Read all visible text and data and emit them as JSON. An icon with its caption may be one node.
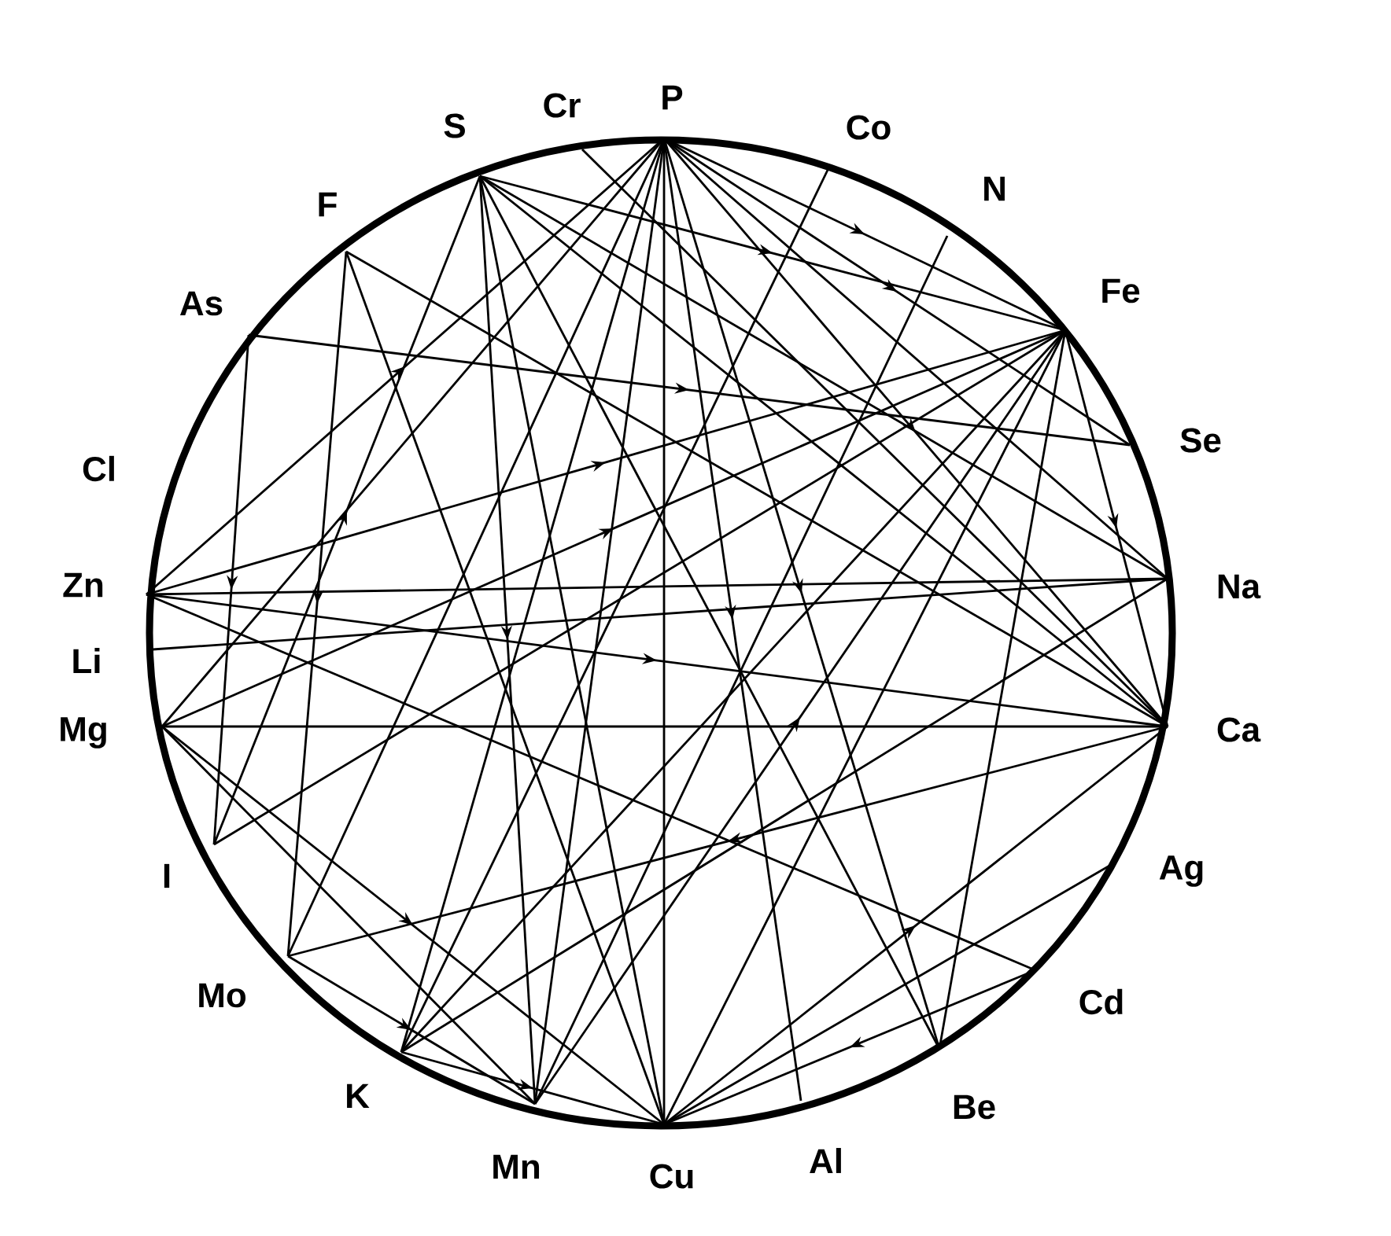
{
  "diagram": {
    "nodes": [
      {
        "text": [
          "P"
        ]
      },
      {
        "text": [
          "Co"
        ]
      },
      {
        "text": [
          "N"
        ]
      },
      {
        "text": [
          "Fe"
        ]
      },
      {
        "text": [
          "Se"
        ]
      },
      {
        "text": [
          "Na"
        ]
      },
      {
        "text": [
          "Ca"
        ]
      },
      {
        "text": [
          "Ag"
        ]
      },
      {
        "text": [
          "Cd"
        ]
      },
      {
        "text": [
          "Be"
        ]
      },
      {
        "text": [
          "Al"
        ]
      },
      {
        "text": [
          "Cu"
        ]
      },
      {
        "text": [
          "Mn"
        ]
      },
      {
        "text": [
          "K"
        ]
      },
      {
        "text": [
          "Mo"
        ]
      },
      {
        "text": [
          "I"
        ]
      },
      {
        "text": [
          "Mg"
        ]
      },
      {
        "text": [
          "Li"
        ]
      },
      {
        "text": [
          "Zn"
        ]
      },
      {
        "text": [
          "Cl"
        ]
      },
      {
        "text": [
          "As"
        ]
      },
      {
        "text": [
          "F"
        ]
      },
      {
        "text": [
          "S"
        ]
      },
      {
        "text": [
          "Cr"
        ]
      }
    ],
    "edges": [
      {
        "from": 0,
        "to": 3,
        "arrow": "to"
      },
      {
        "from": 0,
        "to": 4,
        "arrow": "to"
      },
      {
        "from": 0,
        "to": 5,
        "arrow": "none"
      },
      {
        "from": 0,
        "to": 6,
        "arrow": "to"
      },
      {
        "from": 0,
        "to": 9,
        "arrow": "to"
      },
      {
        "from": 0,
        "to": 10,
        "arrow": "to"
      },
      {
        "from": 0,
        "to": 11,
        "arrow": "none"
      },
      {
        "from": 0,
        "to": 12,
        "arrow": "none"
      },
      {
        "from": 0,
        "to": 13,
        "arrow": "none"
      },
      {
        "from": 0,
        "to": 14,
        "arrow": "none"
      },
      {
        "from": 18,
        "to": 0,
        "arrow": "to"
      },
      {
        "from": 16,
        "to": 0,
        "arrow": "none"
      },
      {
        "from": 23,
        "to": 6,
        "arrow": "none"
      },
      {
        "from": 1,
        "to": 13,
        "arrow": "none"
      },
      {
        "from": 2,
        "to": 12,
        "arrow": "none"
      },
      {
        "from": 22,
        "to": 3,
        "arrow": "to"
      },
      {
        "from": 22,
        "to": 5,
        "arrow": "none"
      },
      {
        "from": 22,
        "to": 6,
        "arrow": "none"
      },
      {
        "from": 22,
        "to": 11,
        "arrow": "none"
      },
      {
        "from": 22,
        "to": 12,
        "arrow": "to"
      },
      {
        "from": 15,
        "to": 22,
        "arrow": "to"
      },
      {
        "from": 22,
        "to": 9,
        "arrow": "none"
      },
      {
        "from": 21,
        "to": 6,
        "arrow": "none"
      },
      {
        "from": 21,
        "to": 11,
        "arrow": "none"
      },
      {
        "from": 21,
        "to": 14,
        "arrow": "to"
      },
      {
        "from": 20,
        "to": 4,
        "arrow": "to"
      },
      {
        "from": 20,
        "to": 15,
        "arrow": "to"
      },
      {
        "from": 18,
        "to": 3,
        "arrow": "to"
      },
      {
        "from": 18,
        "to": 5,
        "arrow": "none"
      },
      {
        "from": 18,
        "to": 6,
        "arrow": "to"
      },
      {
        "from": 18,
        "to": 8,
        "arrow": "none"
      },
      {
        "from": 17,
        "to": 5,
        "arrow": "none"
      },
      {
        "from": 16,
        "to": 6,
        "arrow": "none"
      },
      {
        "from": 16,
        "to": 11,
        "arrow": "to"
      },
      {
        "from": 16,
        "to": 12,
        "arrow": "none"
      },
      {
        "from": 16,
        "to": 3,
        "arrow": "to"
      },
      {
        "from": 14,
        "to": 12,
        "arrow": "to"
      },
      {
        "from": 13,
        "to": 3,
        "arrow": "none"
      },
      {
        "from": 13,
        "to": 5,
        "arrow": "none"
      },
      {
        "from": 13,
        "to": 11,
        "arrow": "to"
      },
      {
        "from": 12,
        "to": 3,
        "arrow": "to"
      },
      {
        "from": 11,
        "to": 6,
        "arrow": "to"
      },
      {
        "from": 11,
        "to": 7,
        "arrow": "none"
      },
      {
        "from": 8,
        "to": 11,
        "arrow": "to"
      },
      {
        "from": 11,
        "to": 3,
        "arrow": "none"
      },
      {
        "from": 3,
        "to": 6,
        "arrow": "to"
      },
      {
        "from": 6,
        "to": 14,
        "arrow": "to"
      },
      {
        "from": 3,
        "to": 9,
        "arrow": "none"
      },
      {
        "from": 15,
        "to": 3,
        "arrow": "none"
      }
    ]
  }
}
